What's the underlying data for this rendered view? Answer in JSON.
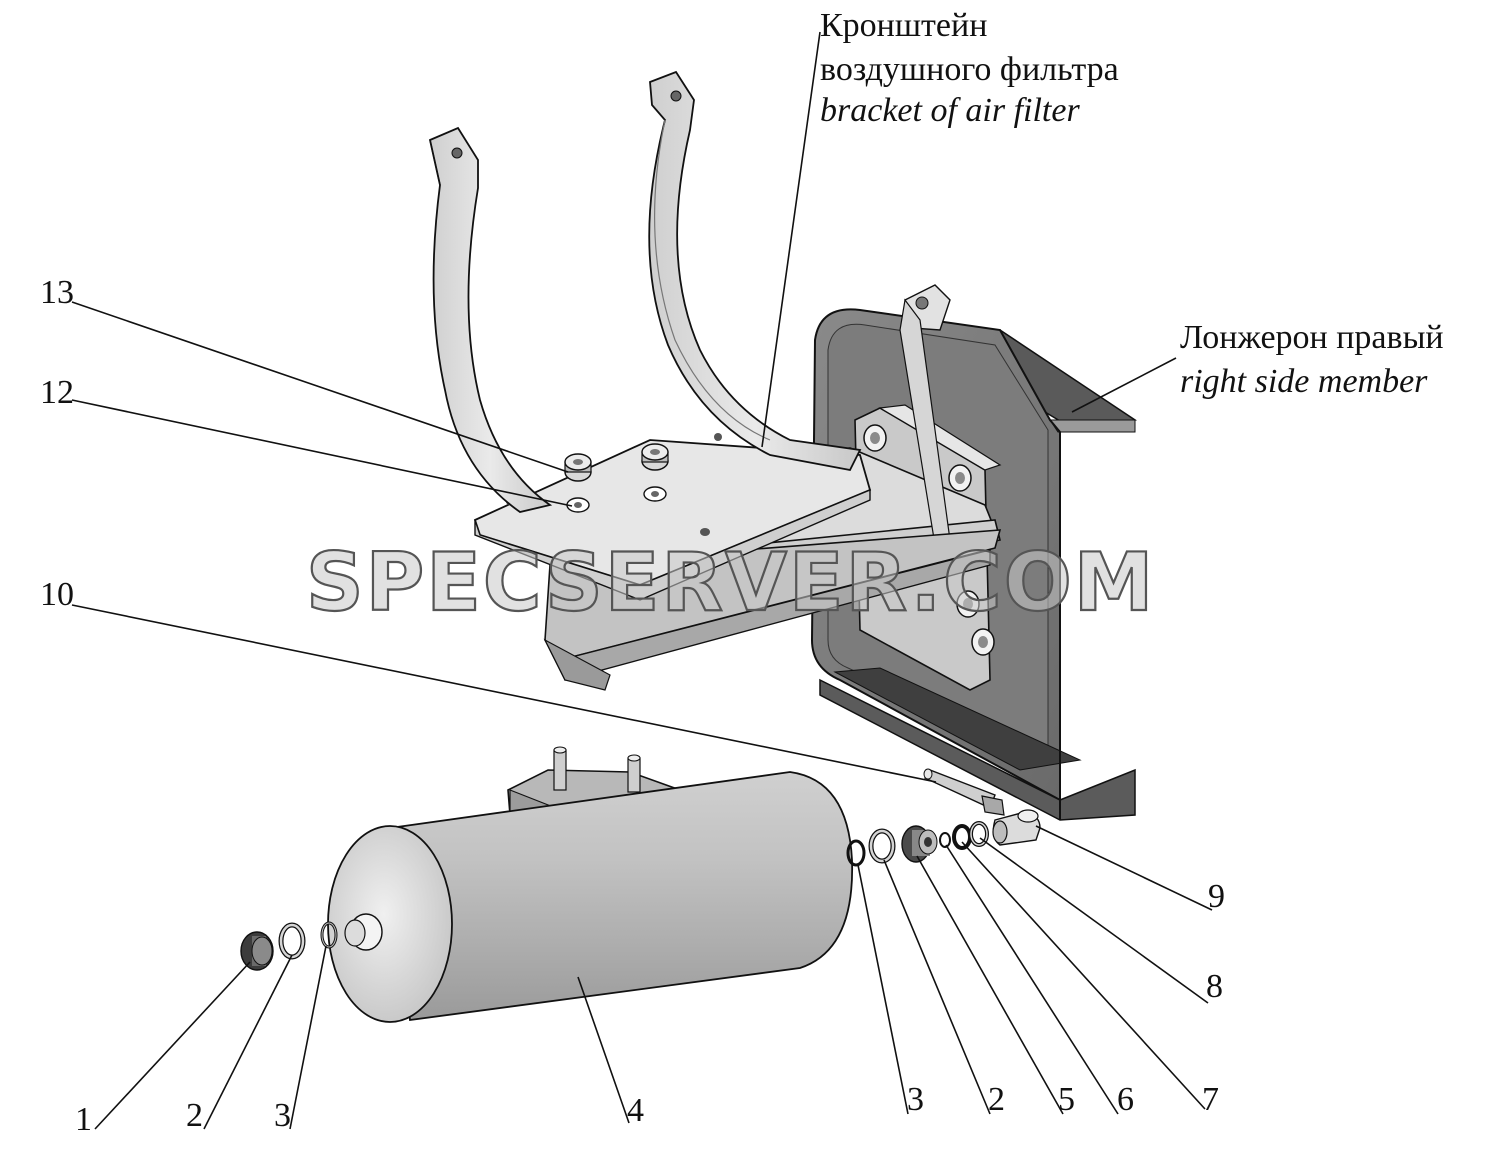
{
  "callouts": {
    "bracket_ru_1": "Кронштейн",
    "bracket_ru_2": "воздушного фильтра",
    "bracket_en": "bracket of air filter",
    "member_ru": "Лонжерон правый",
    "member_en": "right side member"
  },
  "watermark": "SPECSERVER.COM",
  "part_numbers": {
    "p13": "13",
    "p12": "12",
    "p10": "10",
    "p9": "9",
    "p8": "8",
    "p7": "7",
    "p6": "6",
    "p5": "5",
    "p2b": "2",
    "p3b": "3",
    "p4": "4",
    "p3a": "3",
    "p2a": "2",
    "p1": "1"
  },
  "colors": {
    "part_light": "#e6e6e6",
    "part_mid": "#bdbdbd",
    "part_dark": "#6f6f6f",
    "member_dark": "#555555",
    "line": "#111111"
  }
}
